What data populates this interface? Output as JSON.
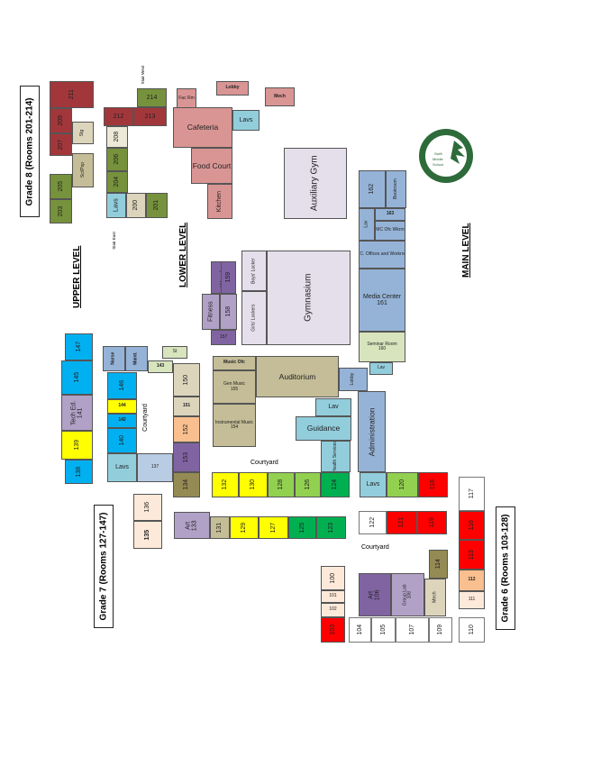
{
  "labels": {
    "grade8": "Grade 8 (Rooms 201-214)",
    "grade7": "Grade 7 (Rooms 127-147)",
    "grade6": "Grade 6 (Rooms 103-128)",
    "upper_level": "UPPER LEVEL",
    "lower_level": "LOWER LEVEL",
    "main_level": "MAIN LEVEL",
    "courtyard_vertical": "Courtyard",
    "courtyard_center": "Courtyard",
    "courtyard_right": "Courtyard",
    "stair_west": "Stair West",
    "stair_east": "Stair East",
    "logo_text": "Swift Middle School"
  },
  "colors": {
    "dark_red": "#a2373b",
    "olive_green": "#76923c",
    "tan": "#dcd5bc",
    "khaki": "#c4bd97",
    "pink": "#d99594",
    "light_blue": "#92cddc",
    "steel_blue": "#95b3d7",
    "lavender": "#e5dfec",
    "purple": "#8064a2",
    "light_purple": "#b2a1c7",
    "cyan": "#00b0f0",
    "yellow": "#ffff00",
    "light_green": "#92d050",
    "green": "#00b050",
    "red": "#ff0000",
    "peach": "#fabf8f",
    "light_peach": "#fde9d9",
    "olive": "#948a54",
    "light_steel": "#b8cce4",
    "pale_green": "#d7e4bd",
    "light_tan": "#ece9d8",
    "white": "#ffffff"
  },
  "rooms": {
    "r211": "211",
    "r209": "209",
    "r207": "207",
    "r205": "205",
    "r203": "203",
    "stg": "Stg",
    "scipsp": "Sci/Psp",
    "r214": "214",
    "r212": "212",
    "r213": "213",
    "r208": "208",
    "r206": "206",
    "r204": "204",
    "lavs_up": "Lavs",
    "r200": "200",
    "r201": "201",
    "facrm": "Fac Rm",
    "lobby_top": "Lobby",
    "mech_top": "Mech",
    "cafeteria": "Cafeteria",
    "lavs_caf": "Lavs",
    "food_court": "Food Court",
    "kitchen": "Kitchen",
    "aux_gym": "Auxiliary Gym",
    "woods": "Woods",
    "r159": "159",
    "fitness": "Fitness",
    "r158": "158",
    "r157": "157",
    "boys_locker": "Boys' Locker",
    "girls_locker": "Girls' Lockers",
    "gymnasium": "Gymnasium",
    "r162": "162",
    "bookroom": "Bookroom",
    "lav_mc": "Lav",
    "r163": "163",
    "mc_ofc": "MC Ofc Wkrm",
    "mc_offices": "M. C. Offices and Workroom",
    "media_center": "Media Center",
    "r161": "161",
    "seminar": "Seminar Room",
    "r160": "160",
    "lav_main": "Lav",
    "music_ofc": "Music Ofc",
    "gen_music": "Gen Music",
    "r155": "155",
    "inst_music": "Instrumental Music",
    "r154": "154",
    "auditorium": "Auditorium",
    "lobby_mid": "Lobby",
    "lav_guid": "Lav",
    "guidance": "Guidance",
    "health": "Health Services",
    "administration": "Administration",
    "r147": "147",
    "r145": "145",
    "tech_ed": "Tech Ed.",
    "r141": "141",
    "r139": "139",
    "r138": "138",
    "nurse": "Nurse",
    "maint": "Maint.",
    "r143": "143",
    "r146": "146",
    "r144": "144",
    "r142": "142",
    "r140": "140",
    "lavs_7": "Lavs",
    "r137": "137",
    "r150": "150",
    "r151": "151",
    "r152": "152",
    "r153": "153",
    "r134": "134",
    "st": "St",
    "r132": "132",
    "r130": "130",
    "r128": "128",
    "r126": "126",
    "r124": "124",
    "lavs_120": "Lavs",
    "r120": "120",
    "r118": "118",
    "r136": "136",
    "r135": "135",
    "art_133": "Art",
    "r133": "133",
    "r131": "131",
    "r129": "129",
    "r127": "127",
    "r125": "125",
    "r123": "123",
    "r122": "122",
    "r121": "121",
    "r119": "119",
    "r117": "117",
    "r116": "116",
    "r113": "113",
    "r114": "114",
    "r112": "112",
    "r111": "111",
    "r100": "100",
    "r101": "101",
    "r102": "102",
    "r103": "103",
    "art_106": "Art",
    "r106": "106",
    "group_lab": "Group Lab",
    "r108": "108",
    "mech_bot": "Mech",
    "r104": "104",
    "r105": "105",
    "r107": "107",
    "r109": "109",
    "r110": "110"
  }
}
